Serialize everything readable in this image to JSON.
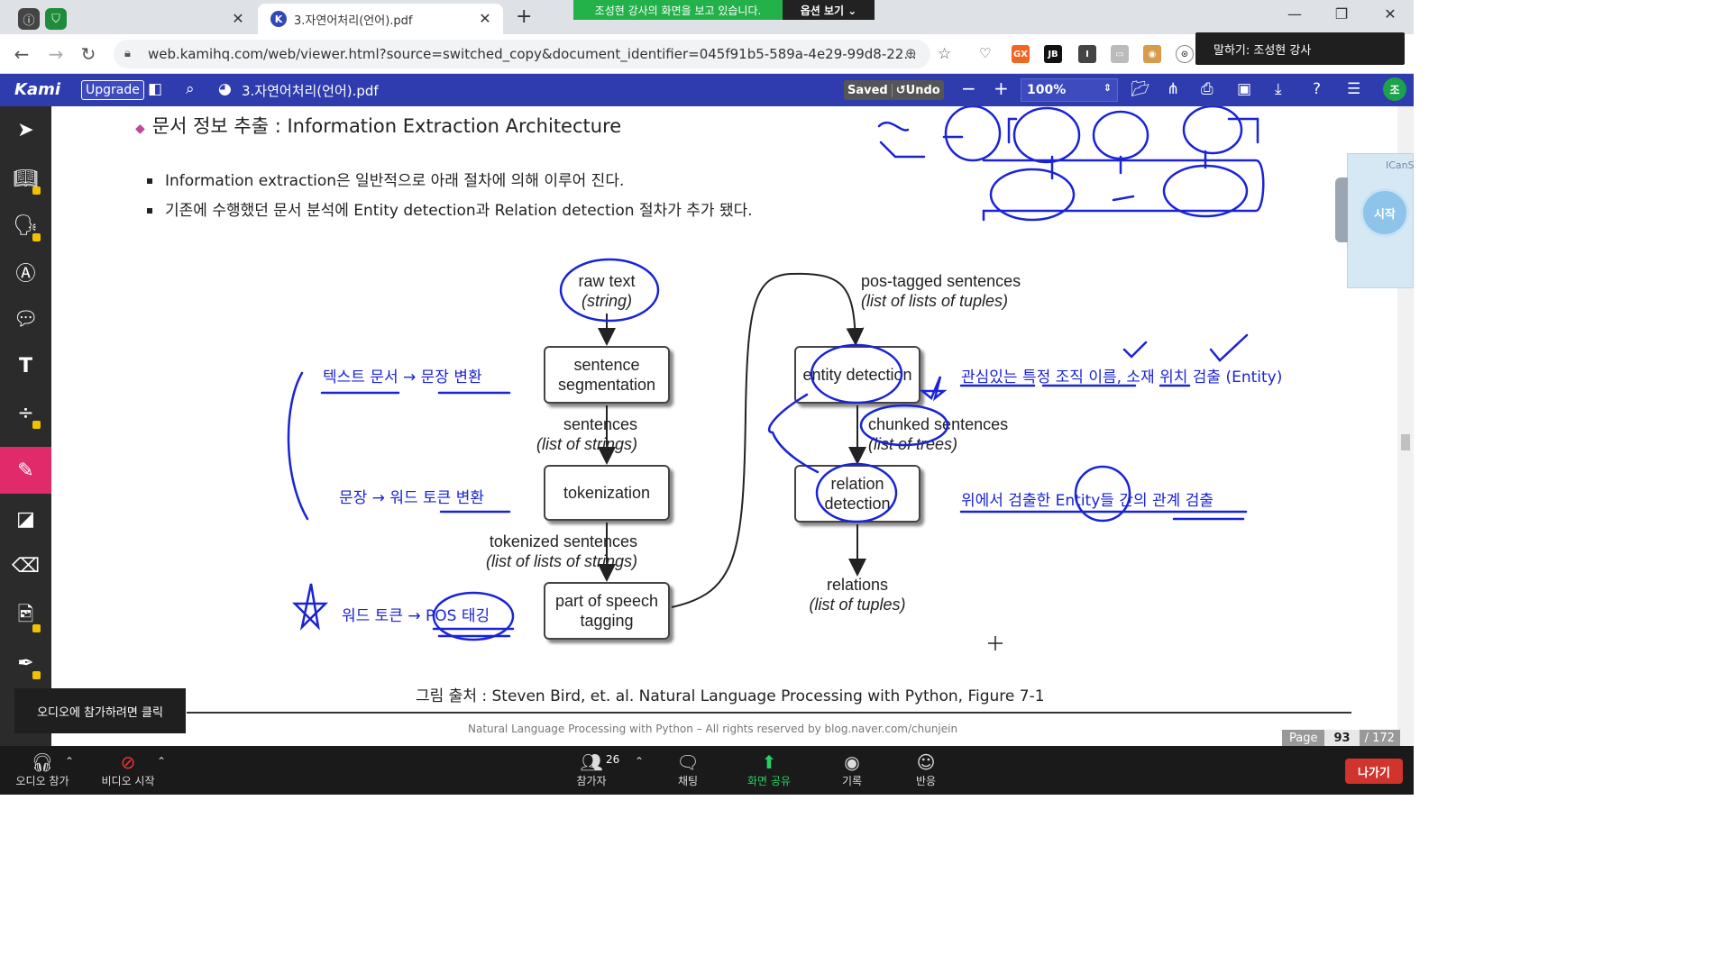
{
  "browser": {
    "tabs": [
      {
        "label": "",
        "active": false
      },
      {
        "label": "3.자연어처리(언어).pdf",
        "active": true
      }
    ],
    "share_banner": {
      "message": "조성현 강사의 화면을 보고 있습니다.",
      "options": "옵션 보기 ⌄"
    },
    "url": "web.kamihq.com/web/viewer.html?source=switched_copy&document_identifier=045f91b5-589a-4e29-99d8-22...",
    "speaker_label": "말하기: 조성현 강사"
  },
  "kami": {
    "logo": "Kami",
    "upgrade_label": "Upgrade",
    "doc_title": "3.자연어처리(언어).pdf",
    "saved_label": "Saved",
    "undo_label": "Undo",
    "zoom_value": "100%",
    "avatar_initial": "조"
  },
  "page": {
    "heading": "문서 정보 추출 : Information Extraction Architecture",
    "bullets": [
      "Information extraction은 일반적으로 아래 절차에 의해 이루어 진다.",
      "기존에 수행했던 문서 분석에 Entity detection과 Relation detection 절차가 추가 됐다."
    ],
    "caption": "그림 출처 : Steven Bird, et. al. Natural Language Processing with Python, Figure 7-1",
    "footer": "Natural Language Processing with Python – All rights reserved by blog.naver.com/chunjein",
    "page_label": "Page",
    "page_current": "93",
    "page_total": "/ 172"
  },
  "flowchart": {
    "raw_text": "raw text",
    "raw_text_sub": "(string)",
    "sentence_seg": "sentence segmentation",
    "sentences": "sentences",
    "sentences_sub": "(list of strings)",
    "tokenization": "tokenization",
    "tokenized": "tokenized sentences",
    "tokenized_sub": "(list of lists of strings)",
    "pos": "part of speech tagging",
    "pos_tagged": "pos-tagged sentences",
    "pos_tagged_sub": "(list of lists of tuples)",
    "entity": "entity detection",
    "chunked": "chunked sentences",
    "chunked_sub": "(list of trees)",
    "relation": "relation detection",
    "relations": "relations",
    "relations_sub": "(list of tuples)"
  },
  "annotations": {
    "a1": "텍스트 문서 → 문장 변환",
    "a2": "문장 → 워드 토큰 변환",
    "a3": "워드 토큰 → POS 태깅",
    "a4": "관심있는 특정 조직 이름, 소재 위치 검출 (Entity)",
    "a5": "위에서 검출한 Entity들 간의 관계 검출"
  },
  "icanscreen": {
    "title": "ICanS",
    "start_label": "시작"
  },
  "audio_tip": "오디오에 참가하려면 클릭",
  "zoom": {
    "audio": "오디오 참가",
    "video": "비디오 시작",
    "participants": "참가자",
    "participant_count": "26",
    "chat": "채팅",
    "share": "화면 공유",
    "record": "기록",
    "reactions": "반응",
    "leave": "나가기"
  },
  "colors": {
    "kami_blue": "#2e3cae",
    "ink_blue": "#1a23d6",
    "active_tool": "#e02a6a",
    "zoom_green": "#23d160",
    "leave_red": "#d0342c"
  }
}
